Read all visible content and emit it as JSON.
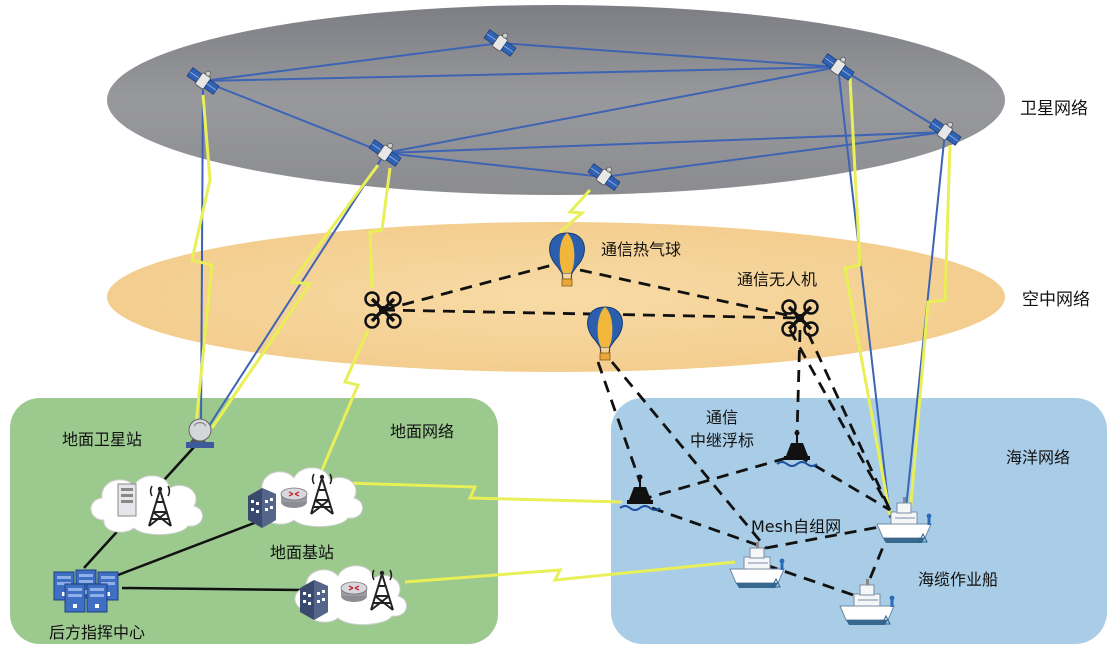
{
  "layers": {
    "satellite": "卫星网络",
    "air": "空中网络",
    "ground": "地面网络",
    "ocean": "海洋网络"
  },
  "nodes": {
    "ground_satellite_station": "地面卫星站",
    "ground_base_station": "地面基站",
    "command_center": "后方指挥中心",
    "balloon": "通信热气球",
    "drone": "通信无人机",
    "relay_buoy_line1": "通信",
    "relay_buoy_line2": "中继浮标",
    "mesh": "Mesh自组网",
    "cable_ship": "海缆作业船"
  },
  "colors": {
    "satellite_layer": "#8a8b90",
    "air_layer": "#f6d49a",
    "ground_layer": "#9cc98e",
    "ocean_layer": "#a9cde6",
    "satellite_link": "#3d64b4",
    "wireless_link": "#e8ef52",
    "wired_link": "#111111"
  }
}
